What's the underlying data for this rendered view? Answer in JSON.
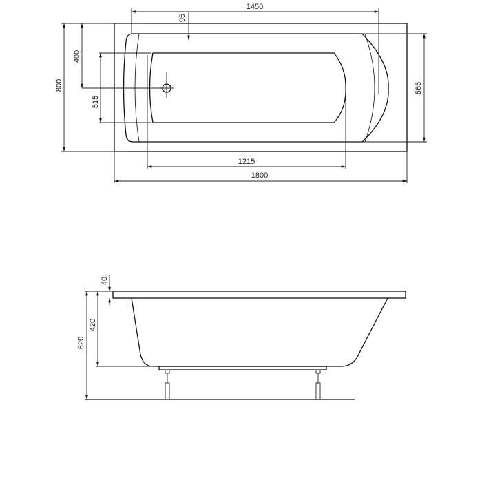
{
  "top_view": {
    "dimensions": {
      "length_inner_rim": "1450",
      "rim_width": "95",
      "width_total": "800",
      "drain_offset": "400",
      "basin_width": "515",
      "inner_width": "565",
      "basin_length": "1215",
      "length_total": "1800"
    }
  },
  "side_view": {
    "dimensions": {
      "rim_thickness": "40",
      "tub_depth": "420",
      "total_height": "620"
    }
  }
}
